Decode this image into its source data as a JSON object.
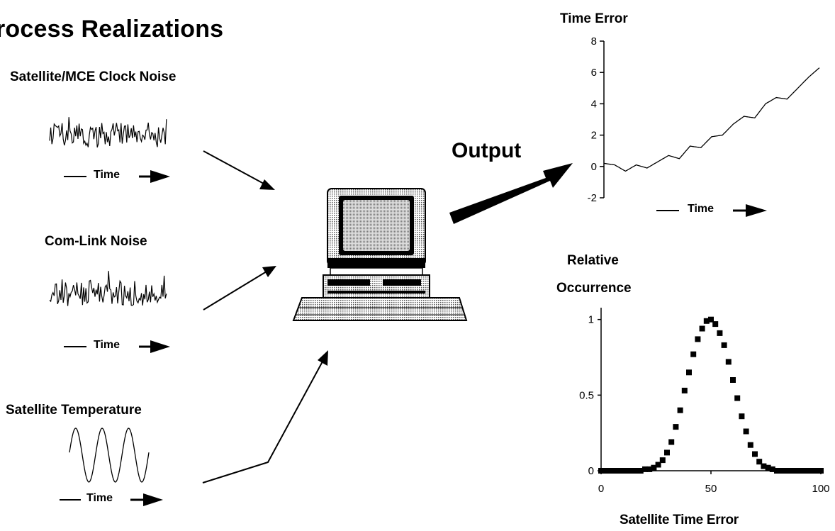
{
  "title": "rocess Realizations",
  "inputs": [
    {
      "label": "Satellite/MCE Clock Noise",
      "time_label": "Time"
    },
    {
      "label": "Com-Link Noise",
      "time_label": "Time"
    },
    {
      "label": "Satellite Temperature",
      "time_label": "Time"
    }
  ],
  "output_label": "Output",
  "icons": {
    "computer": "desktop-computer-icon"
  },
  "chart_data": [
    {
      "type": "line",
      "title": "Time Error",
      "xlabel": "Time",
      "ylabel": "",
      "ylim": [
        -2,
        8
      ],
      "yticks": [
        "8",
        "6",
        "4",
        "2",
        "0",
        "-2"
      ],
      "x": [
        0,
        0.05,
        0.1,
        0.15,
        0.2,
        0.25,
        0.3,
        0.35,
        0.4,
        0.45,
        0.5,
        0.55,
        0.6,
        0.65,
        0.7,
        0.75,
        0.8,
        0.85,
        0.9,
        0.95,
        1.0
      ],
      "values": [
        0.2,
        0.1,
        -0.3,
        0.1,
        -0.1,
        0.3,
        0.7,
        0.5,
        1.3,
        1.2,
        1.9,
        2.0,
        2.7,
        3.2,
        3.1,
        4.0,
        4.4,
        4.3,
        5.0,
        5.7,
        6.3
      ]
    },
    {
      "type": "scatter",
      "title": "Relative Occurrence",
      "xlabel": "Satellite Time Error",
      "ylabel": "Relative Occurrence",
      "xlim": [
        0,
        100
      ],
      "ylim": [
        0,
        1.05
      ],
      "xticks": [
        "0",
        "50",
        "100"
      ],
      "yticks": [
        "1",
        "0.5",
        "0"
      ],
      "x": [
        0,
        2,
        4,
        6,
        8,
        10,
        12,
        14,
        16,
        18,
        20,
        22,
        24,
        26,
        28,
        30,
        32,
        34,
        36,
        38,
        40,
        42,
        44,
        46,
        48,
        50,
        52,
        54,
        56,
        58,
        60,
        62,
        64,
        66,
        68,
        70,
        72,
        74,
        76,
        78,
        80,
        82,
        84,
        86,
        88,
        90,
        92,
        94,
        96,
        98,
        100
      ],
      "values": [
        0,
        0,
        0,
        0,
        0,
        0,
        0,
        0,
        0,
        0,
        0.01,
        0.01,
        0.02,
        0.04,
        0.07,
        0.12,
        0.19,
        0.29,
        0.4,
        0.53,
        0.65,
        0.77,
        0.87,
        0.94,
        0.99,
        1.0,
        0.97,
        0.91,
        0.83,
        0.72,
        0.6,
        0.48,
        0.36,
        0.26,
        0.17,
        0.11,
        0.06,
        0.03,
        0.02,
        0.01,
        0,
        0,
        0,
        0,
        0,
        0,
        0,
        0,
        0,
        0,
        0
      ]
    }
  ]
}
